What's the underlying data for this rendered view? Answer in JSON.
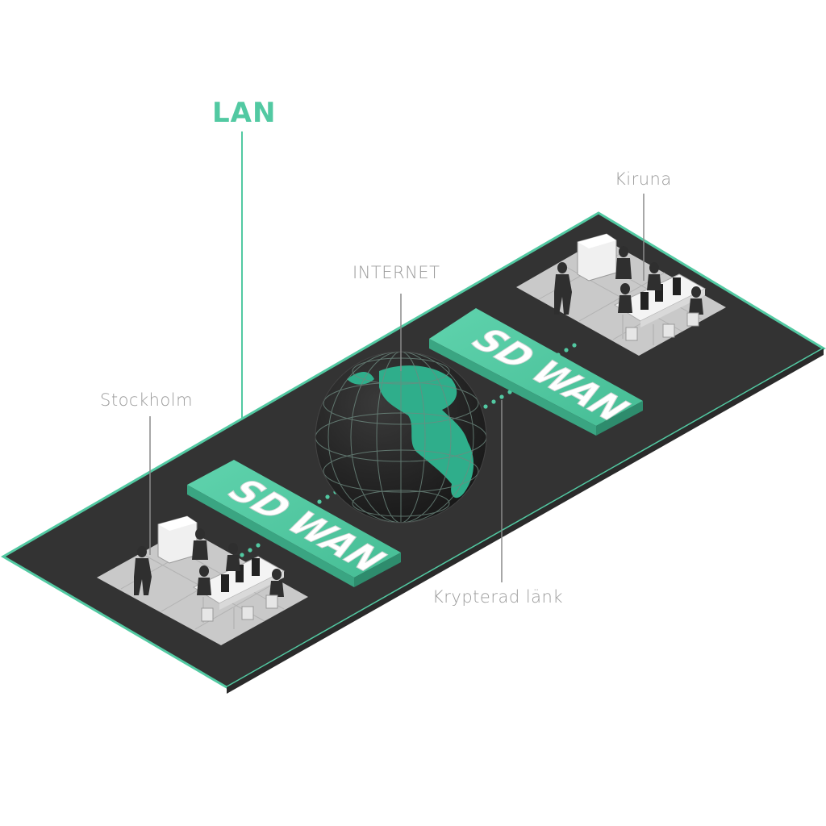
{
  "labels": {
    "lan": "LAN",
    "internet": "INTERNET",
    "stockholm": "Stockholm",
    "kiruna": "Kiruna",
    "encrypted_link": "Krypterad länk"
  },
  "badges": {
    "left": "SD WAN",
    "right": "SD WAN"
  },
  "colors": {
    "accent": "#52c9a2",
    "platform": "#333333",
    "office_floor": "#c9c9c9",
    "label_gray": "#9b9b9b"
  }
}
